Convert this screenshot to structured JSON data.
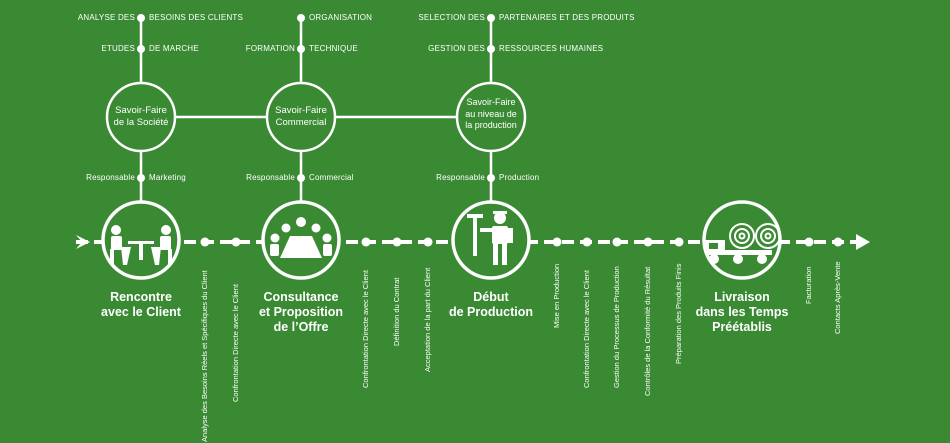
{
  "colors": {
    "background": "#3a8a33",
    "foreground": "#ffffff"
  },
  "top": {
    "col1": {
      "row1_left": "ANALYSE DES",
      "row1_right": "BESOINS DES CLIENTS",
      "row2_left": "ETUDES",
      "row2_right": "DE MARCHE",
      "circle": "Savoir-Faire\nde la Société",
      "resp_left": "Responsable",
      "resp_right": "Marketing"
    },
    "col2": {
      "row1_right": "ORGANISATION",
      "row2_left": "FORMATION",
      "row2_right": "TECHNIQUE",
      "circle": "Savoir-Faire\nCommercial",
      "resp_left": "Responsable",
      "resp_right": "Commercial"
    },
    "col3": {
      "row1_left": "SELECTION DES",
      "row1_right": "PARTENAIRES ET DES PRODUITS",
      "row2_left": "GESTION DES",
      "row2_right": "RESSOURCES HUMAINES",
      "circle": "Savoir-Faire\nau niveau de\nla production",
      "resp_left": "Responsable",
      "resp_right": "Production"
    }
  },
  "stages": {
    "s1": {
      "title": "Rencontre\navec le Client",
      "icon": "meeting-icon"
    },
    "s2": {
      "title": "Consultance\net Proposition\nde l’Offre",
      "icon": "conference-icon"
    },
    "s3": {
      "title": "Début\nde Production",
      "icon": "worker-tools-icon"
    },
    "s4": {
      "title": "Livraison\ndans les Temps\nPréétablis",
      "icon": "truck-icon"
    }
  },
  "steps": {
    "d1": "Analyse des Besoins Réels et Spécifiques du Client",
    "d2": "Confrontation Directe avec le Client",
    "d3": "Confrontation Directe avec le Client",
    "d4": "Définition du Contrat",
    "d5": "Acceptation de la part du Client",
    "d6": "Mise en Production",
    "d7": "Confrontation Directe avec le Client",
    "d8": "Gestion du Processus de Production",
    "d9": "Contrôles de la Conformité du Résultat",
    "d10": "Préparation des Produits Finis",
    "d11": "Facturation",
    "d12": "Contacts Après-Vente"
  }
}
